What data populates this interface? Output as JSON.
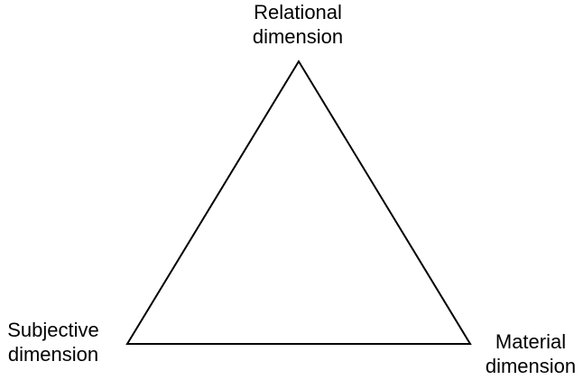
{
  "diagram": {
    "vertices": {
      "top": {
        "line1": "Relational",
        "line2": "dimension"
      },
      "left": {
        "line1": "Subjective",
        "line2": "dimension"
      },
      "right": {
        "line1": "Material",
        "line2": "dimension"
      }
    },
    "colors": {
      "stroke": "#000000",
      "background": "#ffffff"
    }
  }
}
